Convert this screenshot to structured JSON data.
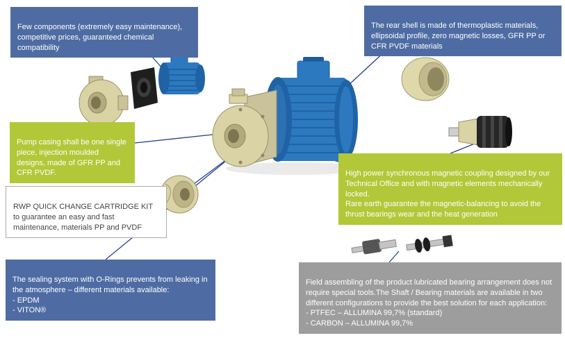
{
  "callouts": {
    "few_components": "Few components (extremely easy maintenance), competitive prices, guaranteed chemical compatibility",
    "rear_shell": "The rear shell is made of thermoplastic materials, ellipsoidal profile, zero magnetic losses, GFR PP or CFR PVDF materials",
    "pump_casing": "Pump casing shall be one single piece, injection moulded designs, made of GFR PP and CFR PVDF.",
    "cartridge_kit": "RWP QUICK CHANGE CARTRIDGE KIT to guarantee an easy and fast maintenance, materials PP and PVDF",
    "magnetic_coupling": "High power synchronous magnetic coupling designed by our Technical Office and with magnetic elements mechanically locked.\nRare earth guarantee the magnetic-balancing to avoid the thrust bearings wear and the heat generation",
    "sealing_system": "The sealing system with O-Rings prevents from leaking in the atmosphere – different materials available:\n- EPDM\n- VITON®",
    "bearing_arrangement": "Field assembling of the product lubricated bearing arrangement does not require special tools.The Shaft / Bearing materials are available in two different configurations to provide the best solution for each application:\n- PTFEC – ALLUMINA 99,7% (standard)\n- CARBON – ALLUMINA 99,7%"
  },
  "colors": {
    "blue_box": "#4e6ca3",
    "green_box": "#b2c838",
    "gray_box": "#9d9d9d",
    "white_box_border": "#aaaaaa",
    "connector_line": "#24418e",
    "motor_blue": "#2c79c0",
    "component_beige": "#d9d3a6"
  },
  "components": [
    "exploded-wet-end-casing",
    "bracket",
    "small-motor",
    "pump-head",
    "main-motor",
    "rear-shell",
    "magnetic-coupling",
    "impeller",
    "bearing-assembly"
  ]
}
